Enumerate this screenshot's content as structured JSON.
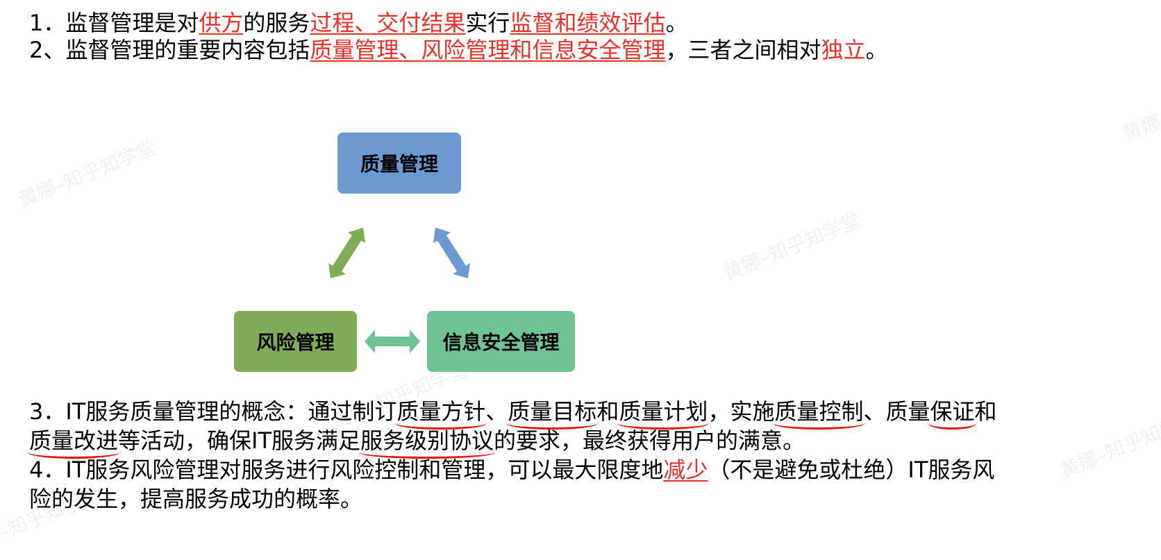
{
  "points": {
    "p1": {
      "prefix": "1．监督管理是对",
      "t1": "供方",
      "t2": "的服务",
      "t3": "过程、交付结果",
      "t4": "实行",
      "t5": "监督",
      "t6": "和",
      "t7": "绩效评估",
      "t8": "。"
    },
    "p2": {
      "prefix": "2、监督管理的重要内容包括",
      "t1": "质量管理",
      "t2": "、",
      "t3": "风险管理",
      "t4": "和",
      "t5": "信息安全管理",
      "t6": "，三者之间相对",
      "t7": "独立",
      "t8": "。"
    },
    "p3": {
      "line1": {
        "t1": "3．IT服务质量管理的概念：通过制订",
        "t2": "质量方针",
        "t3": "、",
        "t4": "质量目标",
        "t5": "和",
        "t6": "质量计划",
        "t7": "，实施",
        "t8": "质量控制",
        "t9": "、质量",
        "t10": "保证",
        "t11": "和"
      },
      "line2": {
        "t1": "质量改进",
        "t2": "等活动，确保IT服务满足",
        "t3": "服务级别协议",
        "t4": "的要求，最终获得用户的满意。"
      }
    },
    "p4": {
      "line1": {
        "t1": "4．IT服务风险管理对服务进行风险控制和管理，可以最大限度地",
        "t2": "减少",
        "t3": "（不是避免或杜绝）IT服务风"
      },
      "line2": "险的发生，提高服务成功的概率。"
    }
  },
  "diagram": {
    "nodes": {
      "quality": "质量管理",
      "risk": "风险管理",
      "security": "信息安全管理"
    },
    "colors": {
      "quality": "#6a9acf",
      "risk": "#80ac57",
      "security": "#70c494",
      "highlight": "#e8302a"
    }
  },
  "watermark": "黄娜–知乎知学堂"
}
